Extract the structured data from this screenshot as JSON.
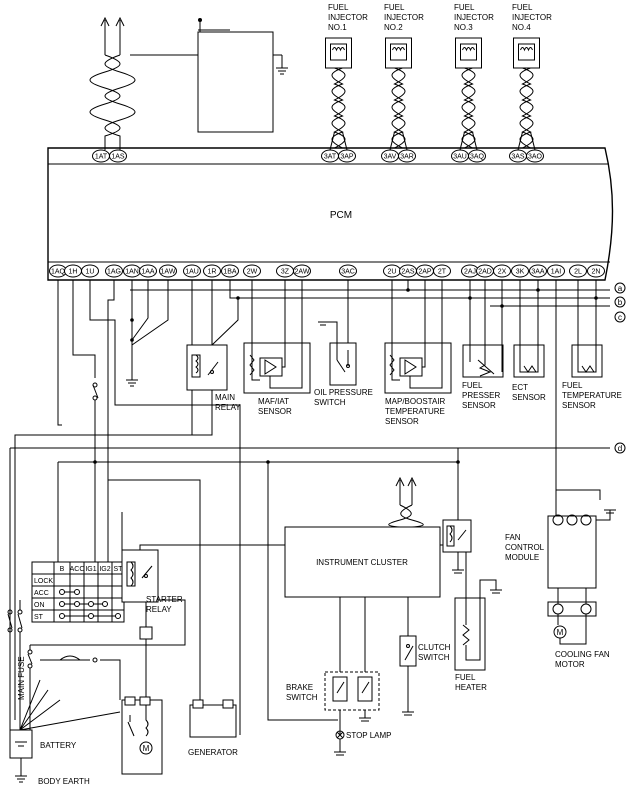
{
  "pcm": {
    "label": "PCM",
    "top_pins": [
      "1AT",
      "1AS",
      "3AT",
      "3AP",
      "3AV",
      "3AR",
      "3AU",
      "3AQ",
      "3AS",
      "3AO"
    ],
    "bottom_pins": [
      "1AQ",
      "1H",
      "1U",
      "1AG",
      "1AN",
      "1AA",
      "1AW",
      "1AU",
      "1R",
      "1BA",
      "2W",
      "3Z",
      "2AW",
      "3AC",
      "2U",
      "2AS",
      "2AP",
      "2T",
      "2AJ",
      "2AD",
      "2X",
      "3K",
      "3AA",
      "1AI",
      "2L",
      "2N"
    ]
  },
  "injectors": [
    {
      "l1": "FUEL",
      "l2": "INJECTOR",
      "l3": "NO.1"
    },
    {
      "l1": "FUEL",
      "l2": "INJECTOR",
      "l3": "NO.2"
    },
    {
      "l1": "FUEL",
      "l2": "INJECTOR",
      "l3": "NO.3"
    },
    {
      "l1": "FUEL",
      "l2": "INJECTOR",
      "l3": "NO.4"
    }
  ],
  "bus_markers": [
    "a",
    "b",
    "c",
    "d"
  ],
  "components": {
    "main_relay": [
      "MAIN",
      "RELAY"
    ],
    "maf_iat": [
      "MAF/IAT",
      "SENSOR"
    ],
    "oil_pressure": [
      "OIL PRESSURE",
      "SWITCH"
    ],
    "map_sensor": [
      "MAP/BOOSTAIR",
      "TEMPERATURE",
      "SENSOR"
    ],
    "fuel_presser": [
      "FUEL",
      "PRESSER",
      "SENSOR"
    ],
    "ect": [
      "ECT",
      "SENSOR"
    ],
    "fuel_temp": [
      "FUEL",
      "TEMPERATURE",
      "SENSOR"
    ],
    "fan_control": [
      "FAN",
      "CONTROL",
      "MODULE"
    ],
    "cooling_fan": [
      "COOLING FAN",
      "MOTOR"
    ],
    "instrument_cluster": "INSTRUMENT CLUSTER",
    "starter_relay": [
      "STARTER",
      "RELAY"
    ],
    "clutch_switch": [
      "CLUTCH",
      "SWITCH"
    ],
    "fuel_heater": [
      "FUEL",
      "HEATER"
    ],
    "brake_switch": [
      "BRAKE",
      "SWITCH"
    ],
    "stop_lamp": "STOP LAMP",
    "generator": "GENERATOR",
    "battery": "BATTERY",
    "body_earth": "BODY EARTH",
    "main_fuse": "MAIN FUSE"
  },
  "ignition_table": {
    "headers": [
      "B",
      "ACC",
      "IG1",
      "IG2",
      "ST"
    ],
    "rows": [
      "LOCK",
      "ACC",
      "ON",
      "ST"
    ]
  }
}
